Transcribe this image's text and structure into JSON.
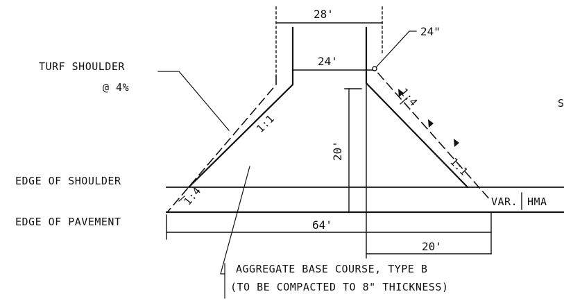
{
  "labels": {
    "turf_shoulder": "TURF SHOULDER",
    "turf_shoulder_slope": "@ 4%",
    "edge_of_shoulder": "EDGE OF SHOULDER",
    "edge_of_pavement": "EDGE OF PAVEMENT",
    "aggregate_line1": "AGGREGATE BASE COURSE, TYPE B",
    "aggregate_line2": "(TO BE COMPACTED TO 8\" THICKNESS)",
    "var": "VAR.",
    "hma": "HMA",
    "side_s": "S"
  },
  "dimensions": {
    "top_outer": "28'",
    "top_inner": "24'",
    "offset": "24\"",
    "height": "20'",
    "base": "64'",
    "right_base": "20'"
  },
  "slopes": {
    "left_outer": "1:4",
    "left_inner": "1:1",
    "right_outer": "1:4",
    "right_inner": "1:1"
  },
  "colors": {
    "ink": "#111111",
    "background": "#ffffff"
  }
}
